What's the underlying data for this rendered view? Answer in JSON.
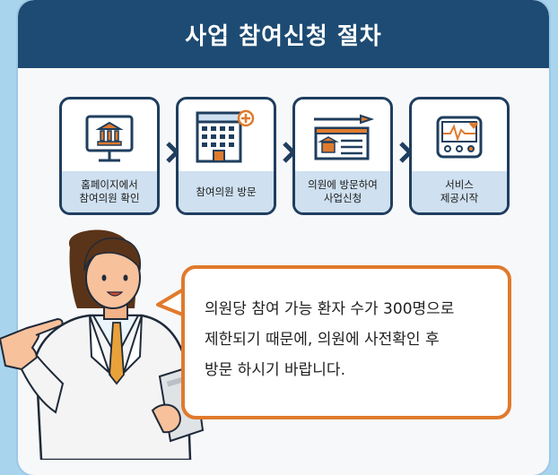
{
  "header": {
    "title": "사업 참여신청 절차"
  },
  "steps": [
    {
      "label": "홈페이지에서\n참여의원 확인",
      "icon": "monitor-bank-icon"
    },
    {
      "label": "참여의원 방문",
      "icon": "hospital-building-icon"
    },
    {
      "label": "의원에 방문하여\n사업신청",
      "icon": "application-form-icon"
    },
    {
      "label": "서비스\n제공시작",
      "icon": "heart-monitor-icon"
    }
  ],
  "speech": {
    "text": "의원당 참여 가능 환자 수가 300명으로\n제한되기 때문에, 의원에 사전확인 후\n방문 하시기 바랍니다."
  },
  "colors": {
    "header": "#1d4b73",
    "bubble_border": "#e07a2c",
    "step_label_bg": "#cfe0f0"
  }
}
